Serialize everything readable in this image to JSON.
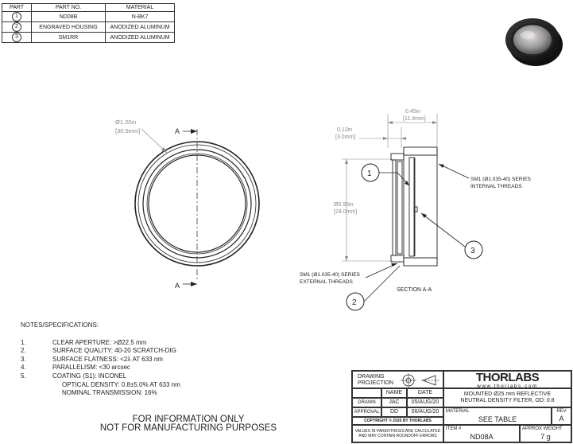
{
  "parts_table": {
    "headers": [
      "PART",
      "PART NO.",
      "MATERIAL"
    ],
    "rows": [
      {
        "part": "1",
        "part_no": "ND08B",
        "material": "N-BK7"
      },
      {
        "part": "2",
        "part_no": "ENGRAVED HOUSING",
        "material": "ANODIZED ALUMINUM"
      },
      {
        "part": "3",
        "part_no": "SM1RR",
        "material": "ANODIZED ALUMINUM"
      }
    ]
  },
  "front_view": {
    "diameter_in": "Ø1.20in",
    "diameter_mm": "[30.5mm]",
    "section_top": "A",
    "section_bottom": "A"
  },
  "section_view": {
    "width_in": "0.45in",
    "width_mm": "[11.4mm]",
    "offset_in": "0.12in",
    "offset_mm": "[3.0mm]",
    "aperture_in": "Ø0.95in",
    "aperture_mm": "[24.0mm]",
    "internal_threads_1": "SM1 (Ø1.035-40) SERIES",
    "internal_threads_2": "INTERNAL THREADS",
    "external_threads_1": "SM1 (Ø1.035-40) SERIES",
    "external_threads_2": "EXTERNAL THREADS",
    "section_label": "SECTION A-A",
    "callouts": [
      "1",
      "2",
      "3"
    ]
  },
  "notes": {
    "title": "NOTES/SPECIFICATIONS:",
    "items": [
      {
        "num": "1.",
        "text": "CLEAR APERTURE: >Ø22.5 mm"
      },
      {
        "num": "2.",
        "text": "SURFACE QUALITY: 40-20 SCRATCH-DIG"
      },
      {
        "num": "3.",
        "text": "SURFACE FLATNESS: <2λ AT 633 nm"
      },
      {
        "num": "4.",
        "text": "PARALLELISM: <30 arcsec"
      },
      {
        "num": "5.",
        "text": "COATING (S1): INCONEL"
      }
    ],
    "sub_items": [
      "OPTICAL DENSITY: 0.8±5.0% AT 633 nm",
      "NOMINAL TRANSMISSION: 16%"
    ]
  },
  "disclaimer": {
    "line1": "FOR INFORMATION ONLY",
    "line2": "NOT FOR MANUFACTURING PURPOSES"
  },
  "title_block": {
    "drawing_projection": "DRAWING",
    "drawing_projection_2": "PROJECTION",
    "company": "THORLABS",
    "website": "www.thorlabs.com",
    "name_header": "NAME",
    "date_header": "DATE",
    "drawn_label": "DRAWN",
    "drawn_name": "JAC",
    "drawn_date": "05/AUG/20",
    "approval_label": "APPROVAL",
    "approval_name": "DD",
    "approval_date": "06/AUG/20",
    "description_1": "MOUNTED Ø25 mm REFLECTIVE",
    "description_2": "NEUTRAL DENSITY FILTER, OD: 0.8",
    "material_label": "MATERIAL",
    "material_value": "SEE TABLE",
    "rev_label": "REV",
    "rev_value": "A",
    "copyright": "COPYRIGHT © 2020 BY THORLABS",
    "roundoff_1": "VALUES IN PARENTHESIS ARE CALCULATED",
    "roundoff_2": "AND MAY CONTAIN ROUNDOFF ERRORS",
    "item_label": "ITEM #",
    "item_value": "ND08A",
    "weight_label": "APPROX WEIGHT",
    "weight_value": "7 g"
  }
}
